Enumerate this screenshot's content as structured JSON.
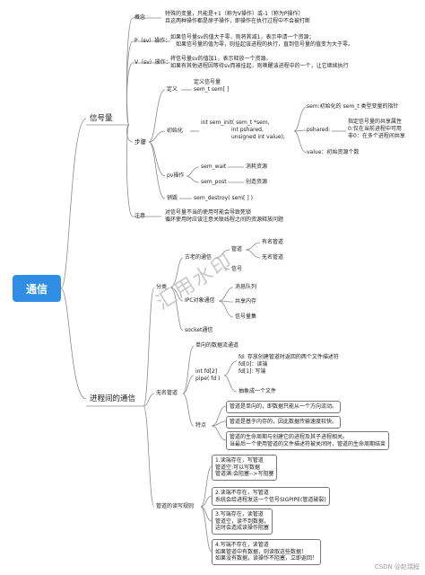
{
  "root": "通信",
  "watermark": "汇用水印",
  "footer": "CSDN @赵瑞程",
  "semaphore": {
    "title": "信号量",
    "concept": {
      "label": "概念",
      "lines": [
        "特殊的变量，只能是+1（称为V操作）或-1（称为P操作）",
        "且这两种操作都是原子操作，即操作在执行过程中不会被打断"
      ]
    },
    "p_op": {
      "label": "P（sv）操作：",
      "lines": [
        "如果信号量sv的值大于零，则将其减1，表示申请一个资源；",
        "如果信号量的值为零，则挂起该进程的执行，直到信号量的值变为大于零。"
      ]
    },
    "v_op": {
      "label": "V（sv）操作：",
      "lines": [
        "将信号量sv的值加1，表示释放一个资源。",
        "如果有其他进程因等待sv而被挂起，则唤醒该进程中的一个，让它继续执行"
      ]
    },
    "steps": {
      "label": "步骤",
      "define": {
        "label": "定义",
        "lines": [
          "定义信号量",
          "sem_t    sem[ ]"
        ]
      },
      "init": {
        "label": "初始化",
        "signature": [
          "int sem_init( sem_t *sem,",
          "int pshared,",
          "unsigned int value);"
        ],
        "sem_desc": "sem:初始化的 sem_t 类型变量的指针",
        "pshared": {
          "label": "pshared:",
          "lines": [
            "指定信号量的共享属性",
            "0:仅在当前进程中可用",
            "非0：在多个进程间共享"
          ]
        },
        "value": "value：初始资源个数"
      },
      "pv": {
        "label": "pv操作",
        "wait": "sem_wait",
        "wait_desc": "消耗资源",
        "post": "sem_post",
        "post_desc": "创造资源"
      },
      "destroy": {
        "label": "销毁",
        "call": "sem_destroy( sem[ ] )"
      }
    },
    "note": {
      "label": "注意",
      "lines": [
        "对信号量不当的使用可能会导致死锁",
        "循环使用时应该注意关联线程之间的资源释放问题"
      ]
    }
  },
  "ipc": {
    "title": "进程间的通信",
    "classify": {
      "label": "分类",
      "classic": {
        "label": "古老的通信",
        "pipe": "管道",
        "named": "有名管道",
        "unnamed": "无名管道",
        "signal": "信号"
      },
      "sysv": {
        "label": "IPC对象通信",
        "items": [
          "消息队列",
          "共享内存",
          "信号量集"
        ]
      },
      "socket": "socket通信"
    },
    "unnamed": {
      "label": "无名管道",
      "one_way": "单向的数据流通道",
      "signature": [
        "int fd[2]",
        "pipe( fd )"
      ],
      "fd_box": [
        "fd: 存放创建管道时返回的两个文件描述符",
        "fd[0]：读端",
        "fd[1]: 写端"
      ],
      "abstract": "抽象成一个文件",
      "features": {
        "label": "特点",
        "items": [
          "管道是单向的，即数据只能从一个方向流动。",
          "管道是基于内存的，因此数据传输速度较快。",
          "管道的生命周期与创建它的进程及其子进程相关。\n当最后一个使用管道的文件描述符被关闭时，管道的生命周期结束"
        ]
      }
    },
    "rules": {
      "label": "管道的读写规则",
      "items": [
        "1.读端存在，写管道\n管道空:可以写数据\n管道满:会阻塞-->写阻塞",
        "2.读端不存在，写管道\n系统会给进程发送一个信号SIGPIPE(管道破裂)",
        "3.写端存在，读管道\n管道空，读不到数据，\n这时会造成读操作阻塞",
        "4.写端不存在，读管道\n如果管道中有数据，则读取这些数据！\n如果没有数据，读操作不阻塞，立即返回！"
      ]
    }
  }
}
